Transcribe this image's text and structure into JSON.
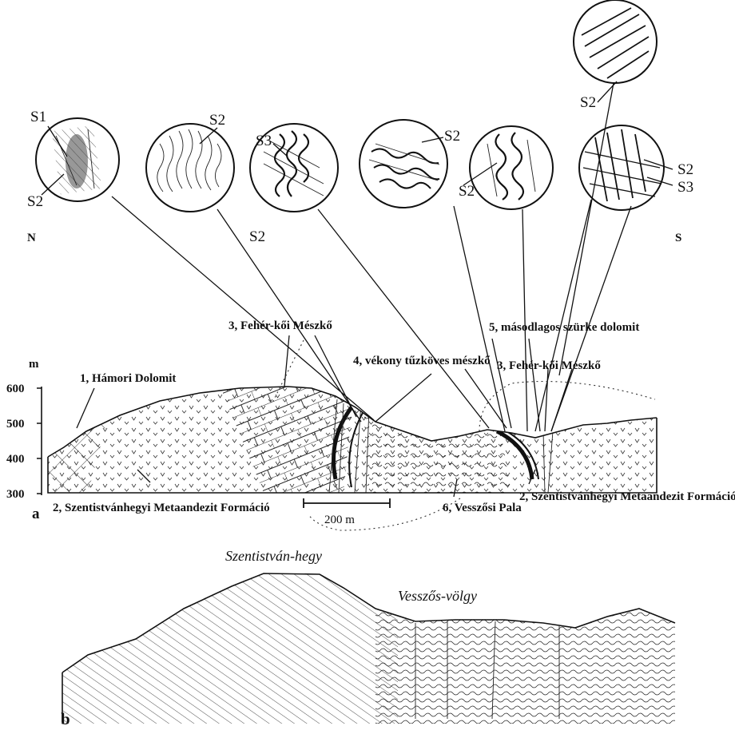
{
  "orientation": {
    "north": "N",
    "south": "S"
  },
  "insets": [
    {
      "labels": [
        "S1",
        "S2"
      ]
    },
    {
      "labels": [
        "S2"
      ]
    },
    {
      "labels": [
        "S3",
        "S2"
      ]
    },
    {
      "labels": [
        "S2"
      ]
    },
    {
      "labels": [
        "S2"
      ]
    },
    {
      "labels": [
        "S2",
        "S3"
      ]
    },
    {
      "labels": [
        "S2"
      ]
    }
  ],
  "axis": {
    "unit": "m",
    "ticks": [
      "600",
      "500",
      "400",
      "300"
    ]
  },
  "scale_bar": "200 m",
  "panel_labels": {
    "a": "a",
    "b": "b"
  },
  "formations": {
    "f1": "1, Hámori Dolomit",
    "f2_left": "2, Szentistvánhegyi Metaandezit Formáció",
    "f2_right": "2, Szentistvánhegyi Metaandezit Formáció",
    "f3_left": "3, Fehér-kői Mészkő",
    "f3_right": "3, Fehér-kői Mészkő",
    "f4": "4, vékony tűzköves mészkő",
    "f5": "5, másodlagos szürke dolomit",
    "f6": "6, Vesszősi Pala"
  },
  "places": {
    "hill": "Szentistván-hegy",
    "valley": "Vesszős-völgy"
  }
}
